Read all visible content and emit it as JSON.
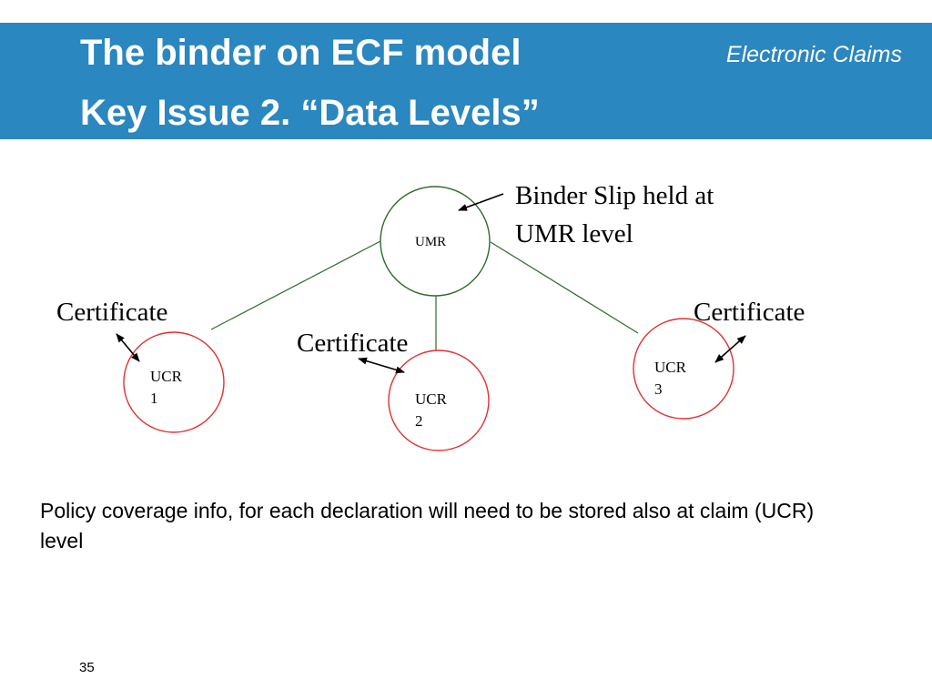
{
  "header": {
    "title_line1": "The binder on ECF model",
    "title_line2": "Key Issue 2. “Data Levels”",
    "tagline": "Electronic Claims",
    "background_color": "#2a87bf"
  },
  "diagram": {
    "umr_node": {
      "label": "UMR"
    },
    "ucr_nodes": [
      {
        "label_line1": "UCR",
        "label_line2": "1"
      },
      {
        "label_line1": "UCR",
        "label_line2": "2"
      },
      {
        "label_line1": "UCR",
        "label_line2": "3"
      }
    ],
    "binder_note": {
      "line1": "Binder Slip held at",
      "line2": "UMR level"
    },
    "certificate_labels": [
      "Certificate",
      "Certificate",
      "Certificate"
    ],
    "colors": {
      "umr_circle": "#2e6b2e",
      "ucr_circle": "#e03030",
      "connector": "#2e6b2e",
      "arrow": "#000000"
    }
  },
  "note": "Policy coverage info, for each declaration will need to be stored also at claim (UCR) level",
  "page_number": "35"
}
